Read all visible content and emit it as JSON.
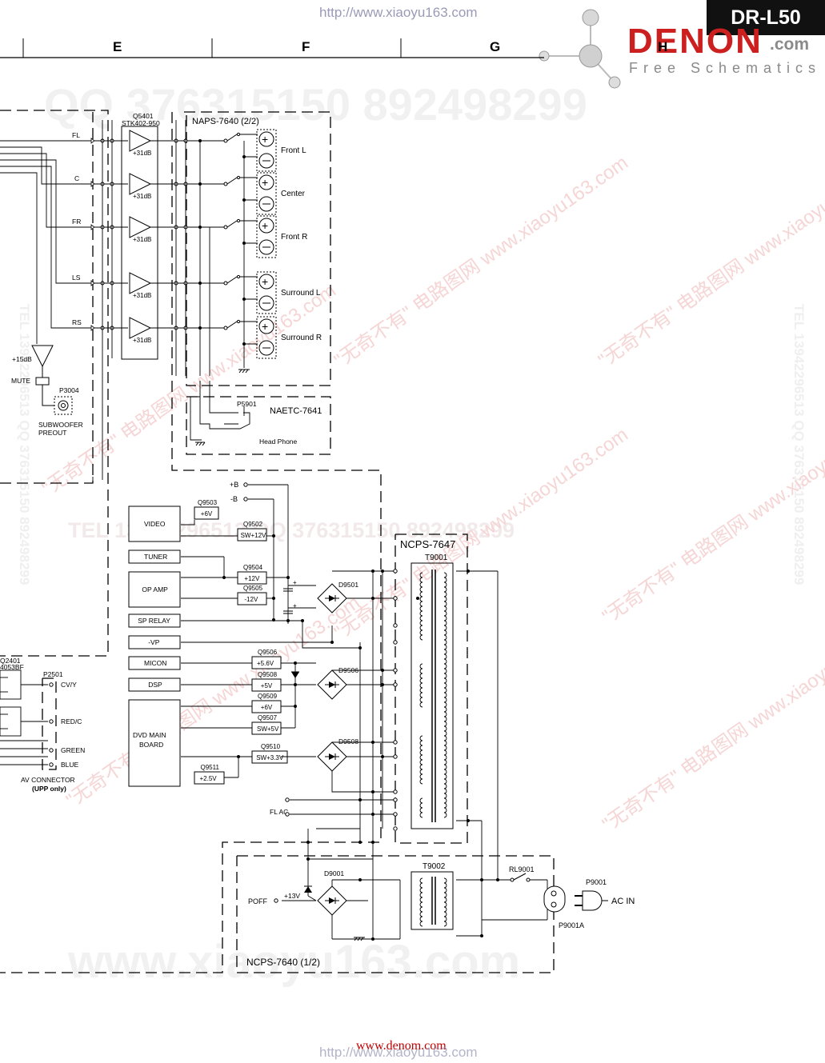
{
  "header": {
    "url_top": "http://www.xiaoyu163.com",
    "url_bottom": "http://www.xiaoyu163.com",
    "model": "DR-L50",
    "brand_logo": "DENON",
    "brand_suffix": ".com",
    "brand_tagline": "Free Schematics",
    "site_url": "www.denom.com",
    "column_labels": [
      "E",
      "F",
      "G",
      "H"
    ]
  },
  "watermarks": {
    "qq_top": "QQ 376315150   892498299",
    "qq_mid": "TEL 13942296513   QQ 376315150   892498299",
    "site_big": "www.xiaoyu163.com",
    "side_text": "TEL 13942296513 QQ 376315150 892498299",
    "diag": "\"无奇不有\" 电路图网 www.xiaoyu163.com"
  },
  "blocks": {
    "naps_title": "NAPS-7640 (2/2)",
    "amp_ic_ref": "Q5401",
    "amp_ic_part": "STK402-950",
    "amp_gain": "+31dB",
    "sub_gain": "+15dB",
    "mute": "MUTE",
    "preout_ref": "P3004",
    "preout_label_1": "SUBWOOFER",
    "preout_label_2": "PREOUT",
    "naetc_title": "NAETC-7641",
    "headphone_ref": "P5901",
    "headphone_label": "Head Phone",
    "ncps7647_title": "NCPS-7647",
    "ncps7640_title": "NCPS-7640 (1/2)",
    "t9001": "T9001",
    "t9002": "T9002",
    "rl9001": "RL9001",
    "p9001": "P9001",
    "p9001a": "P9001A",
    "ac_in": "AC IN",
    "poff": "POFF",
    "plus13v": "+13V",
    "d9001": "D9001",
    "d9501": "D9501",
    "d9506": "D9506",
    "d9508": "D9508",
    "fl_ac": "FL AC",
    "plus_b": "+B",
    "minus_b": "-B",
    "av_connector": "AV CONNECTOR",
    "upp_only": "(UPP only)",
    "p2501": "P2501",
    "q2401_ref": "Q2401",
    "q2401_part": "4053BF"
  },
  "channels": [
    {
      "in": "FL",
      "out": "Front L"
    },
    {
      "in": "C",
      "out": "Center"
    },
    {
      "in": "FR",
      "out": "Front R"
    },
    {
      "in": "LS",
      "out": "Surround L"
    },
    {
      "in": "RS",
      "out": "Surround R"
    }
  ],
  "av_outputs": [
    "CV/Y",
    "RED/C",
    "GREEN",
    "BLUE"
  ],
  "loads": [
    "VIDEO",
    "TUNER",
    "OP AMP",
    "SP RELAY",
    "-VP",
    "MICON",
    "DSP",
    "DVD MAIN BOARD"
  ],
  "regulators": [
    {
      "ref": "Q9503",
      "val": "+6V"
    },
    {
      "ref": "Q9502",
      "val": "SW+12V"
    },
    {
      "ref": "Q9504",
      "val": "+12V"
    },
    {
      "ref": "Q9505",
      "val": "-12V"
    },
    {
      "ref": "Q9506",
      "val": "+5.6V"
    },
    {
      "ref": "Q9508",
      "val": "+5V"
    },
    {
      "ref": "Q9509",
      "val": "+6V"
    },
    {
      "ref": "Q9507",
      "val": "SW+5V"
    },
    {
      "ref": "Q9510",
      "val": "SW+3.3V"
    },
    {
      "ref": "Q9511",
      "val": "+2.5V"
    }
  ]
}
